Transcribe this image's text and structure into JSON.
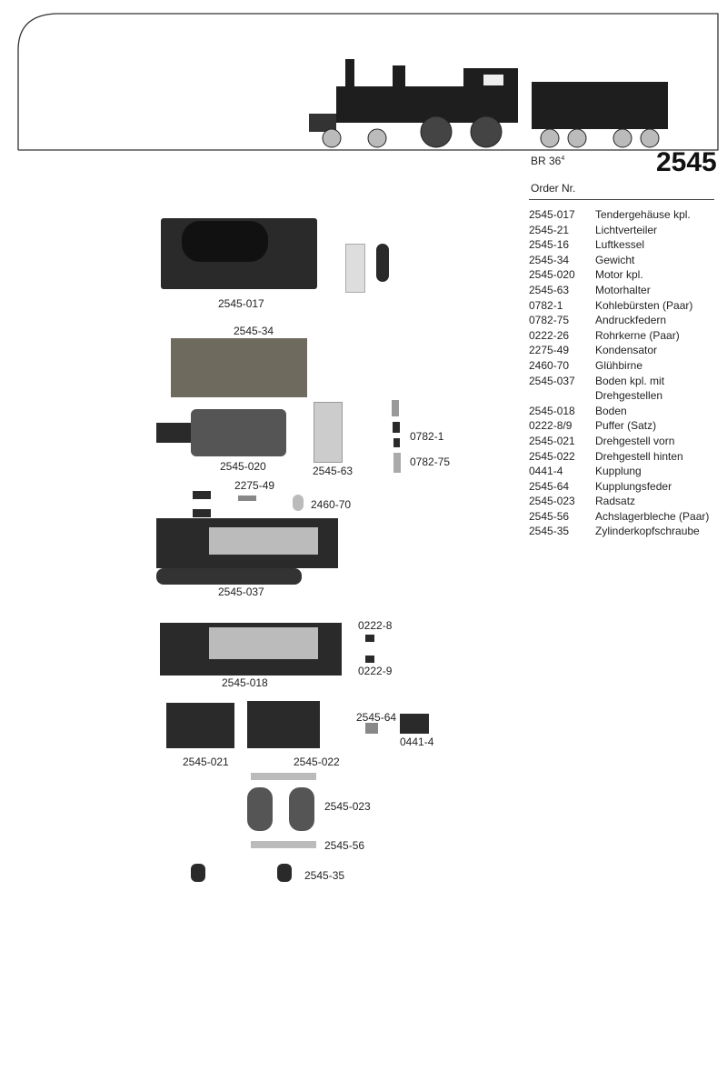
{
  "header": {
    "model": "BR 36",
    "model_sup": "4",
    "article_number": "2545",
    "order_label": "Order Nr."
  },
  "parts_list": [
    {
      "no": "2545-017",
      "desc": "Tendergehäuse kpl."
    },
    {
      "no": "2545-21",
      "desc": "Lichtverteiler"
    },
    {
      "no": "2545-16",
      "desc": "Luftkessel"
    },
    {
      "no": "2545-34",
      "desc": "Gewicht"
    },
    {
      "no": "2545-020",
      "desc": "Motor kpl."
    },
    {
      "no": "2545-63",
      "desc": "Motorhalter"
    },
    {
      "no": "0782-1",
      "desc": "Kohlebürsten (Paar)"
    },
    {
      "no": "0782-75",
      "desc": "Andruckfedern"
    },
    {
      "no": "0222-26",
      "desc": "Rohrkerne (Paar)"
    },
    {
      "no": "2275-49",
      "desc": "Kondensator"
    },
    {
      "no": "2460-70",
      "desc": "Glühbirne"
    },
    {
      "no": "2545-037",
      "desc": "Boden kpl. mit Drehgestellen"
    },
    {
      "no": "2545-018",
      "desc": "Boden"
    },
    {
      "no": "0222-8/9",
      "desc": "Puffer (Satz)"
    },
    {
      "no": "2545-021",
      "desc": "Drehgestell vorn"
    },
    {
      "no": "2545-022",
      "desc": "Drehgestell hinten"
    },
    {
      "no": "0441-4",
      "desc": "Kupplung"
    },
    {
      "no": "2545-64",
      "desc": "Kupplungsfeder"
    },
    {
      "no": "2545-023",
      "desc": "Radsatz"
    },
    {
      "no": "2545-56",
      "desc": "Achslagerbleche (Paar)"
    },
    {
      "no": "2545-35",
      "desc": "Zylinderkopfschraube"
    }
  ],
  "diagram_labels": {
    "l2545_017": "2545-017",
    "l2545_34": "2545-34",
    "l2545_020": "2545-020",
    "l2545_63": "2545-63",
    "l0782_1": "0782-1",
    "l0782_75": "0782-75",
    "l2275_49": "2275-49",
    "l2460_70": "2460-70",
    "l2545_037": "2545-037",
    "l0222_8": "0222-8",
    "l0222_9": "0222-9",
    "l2545_018": "2545-018",
    "l2545_64": "2545-64",
    "l0441_4": "0441-4",
    "l2545_021": "2545-021",
    "l2545_022": "2545-022",
    "l2545_023": "2545-023",
    "l2545_56": "2545-56",
    "l2545_35": "2545-35"
  }
}
